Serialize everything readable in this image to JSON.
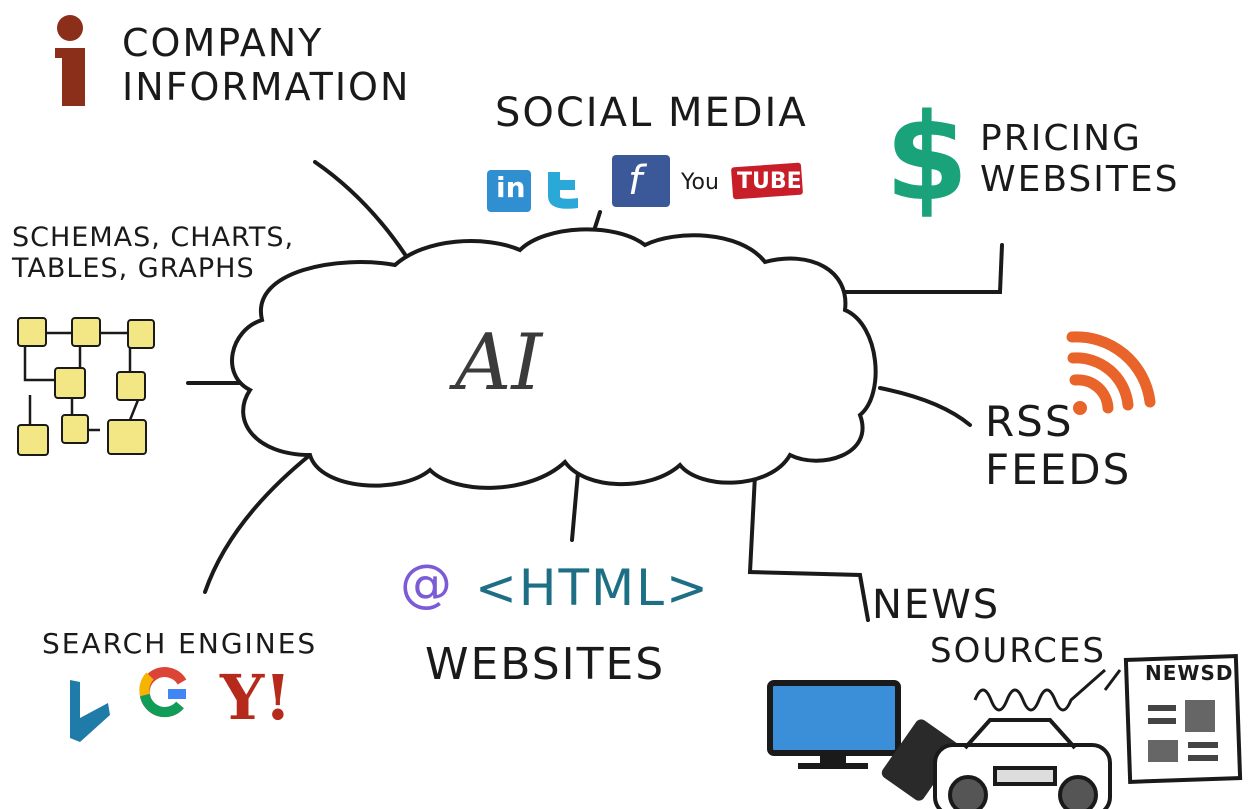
{
  "center": {
    "label": "AI"
  },
  "nodes": {
    "company": {
      "line1": "COMPANY",
      "line2": "INFORMATION",
      "icon": "info-icon"
    },
    "social": {
      "label": "SOCIAL MEDIA",
      "icons": [
        "linkedin-icon",
        "twitter-icon",
        "facebook-icon",
        "youtube-icon"
      ],
      "linkedin": "in",
      "twitter": "t",
      "facebook": "f",
      "you": "You",
      "tube": "TUBE"
    },
    "pricing": {
      "line1": "PRICING",
      "line2": "WEBSITES",
      "symbol": "$"
    },
    "schemas": {
      "line1": "SCHEMAS, CHARTS,",
      "line2": "TABLES, GRAPHS"
    },
    "rss": {
      "line1": "RSS",
      "line2": "FEEDS",
      "icon": "rss-icon"
    },
    "search": {
      "label": "SEARCH ENGINES",
      "b": "b",
      "g": "G",
      "y": "Y!"
    },
    "websites": {
      "at": "@",
      "tag": "<HTML>",
      "line2": "WEBSITES"
    },
    "news": {
      "line1": "NEWS",
      "line2": "SOURCES",
      "paper": "NEWSD"
    }
  },
  "colors": {
    "ink": "#1a1a1a",
    "info": "#8b2e1a",
    "linkedin": "#2f8fd0",
    "twitter": "#2aa9d8",
    "facebook": "#3b5998",
    "youtube": "#c81e2a",
    "pricing": "#1aa37a",
    "rss": "#e8642a",
    "sticky": "#f2e784",
    "bing": "#1f7ba8",
    "yahoo": "#b52a1a",
    "at": "#7b5cd6",
    "html": "#1e6f86",
    "monitor": "#3b8fd8"
  }
}
